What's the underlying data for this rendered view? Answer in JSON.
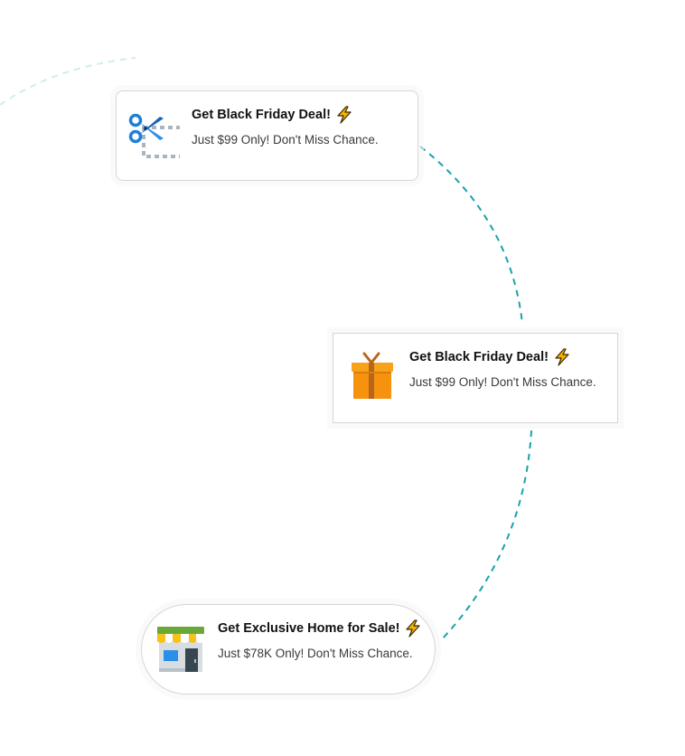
{
  "colors": {
    "arc": "#1aa3a8",
    "arc_faint": "#cfeeed",
    "card_border": "#d6d6d6"
  },
  "notifications": [
    {
      "icon": "scissors-coupon-icon",
      "title": "Get Black Friday Deal!",
      "emoji": "lightning-bolt-icon",
      "subtitle": "Just $99 Only! Don't Miss Chance."
    },
    {
      "icon": "gift-box-icon",
      "title": "Get Black Friday Deal!",
      "emoji": "lightning-bolt-icon",
      "subtitle": "Just $99 Only! Don't Miss Chance."
    },
    {
      "icon": "storefront-icon",
      "title": "Get Exclusive Home for Sale!",
      "emoji": "lightning-bolt-icon",
      "subtitle": "Just $78K Only! Don't Miss Chance."
    }
  ]
}
